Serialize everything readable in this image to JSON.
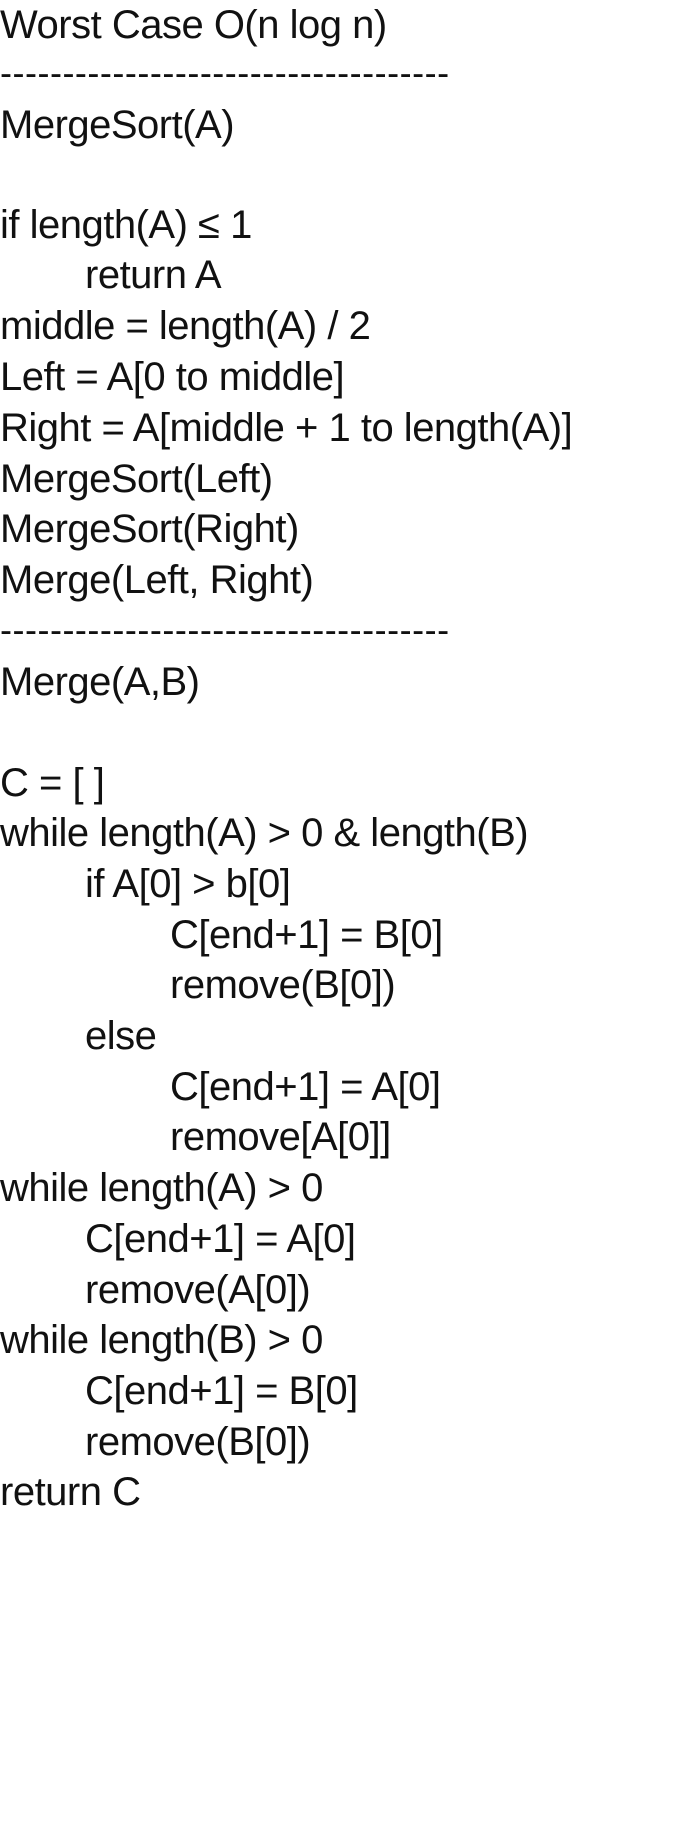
{
  "document": {
    "title": "Worst Case O(n log n)",
    "separator": "------------------------------------",
    "mergesort": {
      "signature": "MergeSort(A)",
      "lines": [
        "if length(A) ≤ 1",
        "return A",
        "middle = length(A) / 2",
        "Left = A[0 to middle]",
        "Right = A[middle + 1 to length(A)]",
        "MergeSort(Left)",
        "MergeSort(Right)",
        "Merge(Left, Right)"
      ]
    },
    "merge": {
      "signature": "Merge(A,B)",
      "lines": [
        "C = [ ]",
        "while length(A) > 0 & length(B)",
        "if A[0] > b[0]",
        "C[end+1] = B[0]",
        "remove(B[0])",
        "else",
        "C[end+1] = A[0]",
        "remove[A[0]]",
        "while length(A) > 0",
        "C[end+1] = A[0]",
        "remove(A[0])",
        "while length(B) > 0",
        "C[end+1] = B[0]",
        "remove(B[0])",
        "return C"
      ]
    }
  }
}
